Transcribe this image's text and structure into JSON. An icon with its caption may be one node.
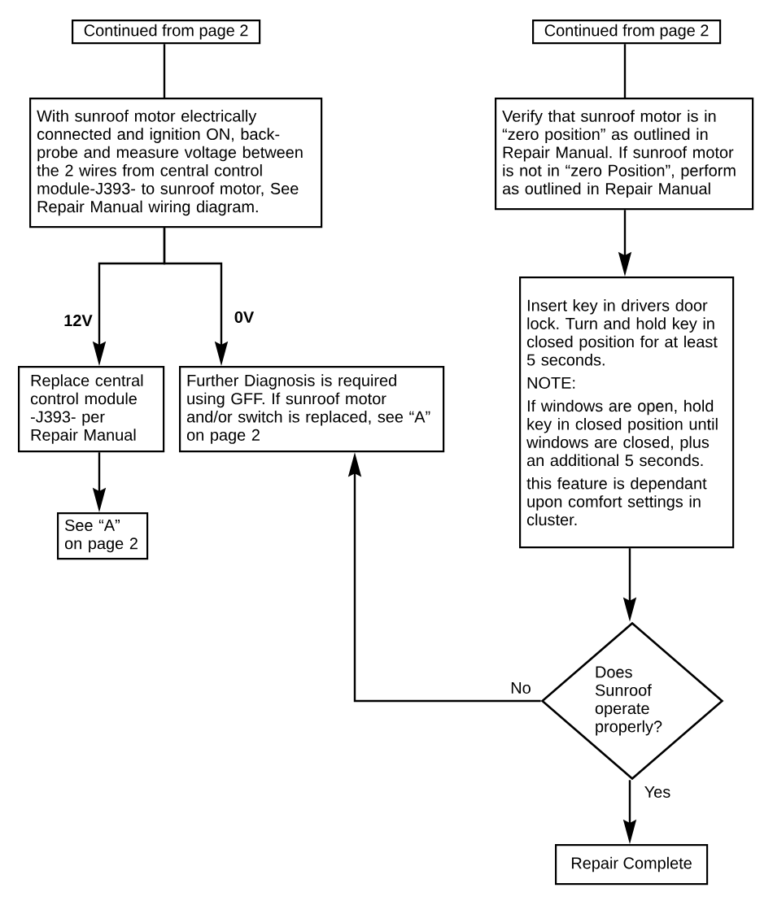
{
  "diagram": {
    "nodes": [
      {
        "text": [
          "Continued from page 2"
        ]
      },
      {
        "text": [
          "With sunroof motor electrically connected and ignition ON, back-probe and measure voltage between the 2 wires from central control module-J393- to sunroof motor, See Repair Manual wiring diagram."
        ]
      },
      {
        "text": [
          "Replace central control module -J393- per Repair Manual"
        ]
      },
      {
        "text": [
          "Further Diagnosis is required using GFF. If sunroof motor and/or switch is replaced, see “A” on page 2"
        ]
      },
      {
        "text": [
          "See “A” on page 2"
        ]
      },
      {
        "text": [
          "Continued from page 2"
        ]
      },
      {
        "text": [
          "Verify that sunroof motor is in “zero position” as outlined in Repair Manual. If sunroof motor is not in “zero Position”, perform as outlined in Repair Manual"
        ]
      },
      {
        "text": [
          "Insert key in drivers door lock. Turn and hold key in closed position for at least 5 seconds.",
          "NOTE:",
          "If windows are open, hold key in closed position until windows are closed, plus an additional 5 seconds.",
          "this feature is dependant upon comfort settings in cluster."
        ]
      },
      {
        "text": [
          "Does Sunroof operate properly?"
        ]
      },
      {
        "text": [
          "Repair Complete"
        ]
      }
    ],
    "edges": [
      {
        "from": 0,
        "to": 1,
        "arrow": "none"
      },
      {
        "from": 1,
        "to": 2,
        "arrow": "to",
        "label": "12V"
      },
      {
        "from": 1,
        "to": 3,
        "arrow": "to",
        "label": "0V"
      },
      {
        "from": 2,
        "to": 4,
        "arrow": "to"
      },
      {
        "from": 5,
        "to": 6,
        "arrow": "none"
      },
      {
        "from": 6,
        "to": 7,
        "arrow": "to"
      },
      {
        "from": 7,
        "to": 8,
        "arrow": "to"
      },
      {
        "from": 8,
        "to": 3,
        "arrow": "to",
        "label": "No"
      },
      {
        "from": 8,
        "to": 9,
        "arrow": "to",
        "label": "Yes"
      }
    ]
  }
}
